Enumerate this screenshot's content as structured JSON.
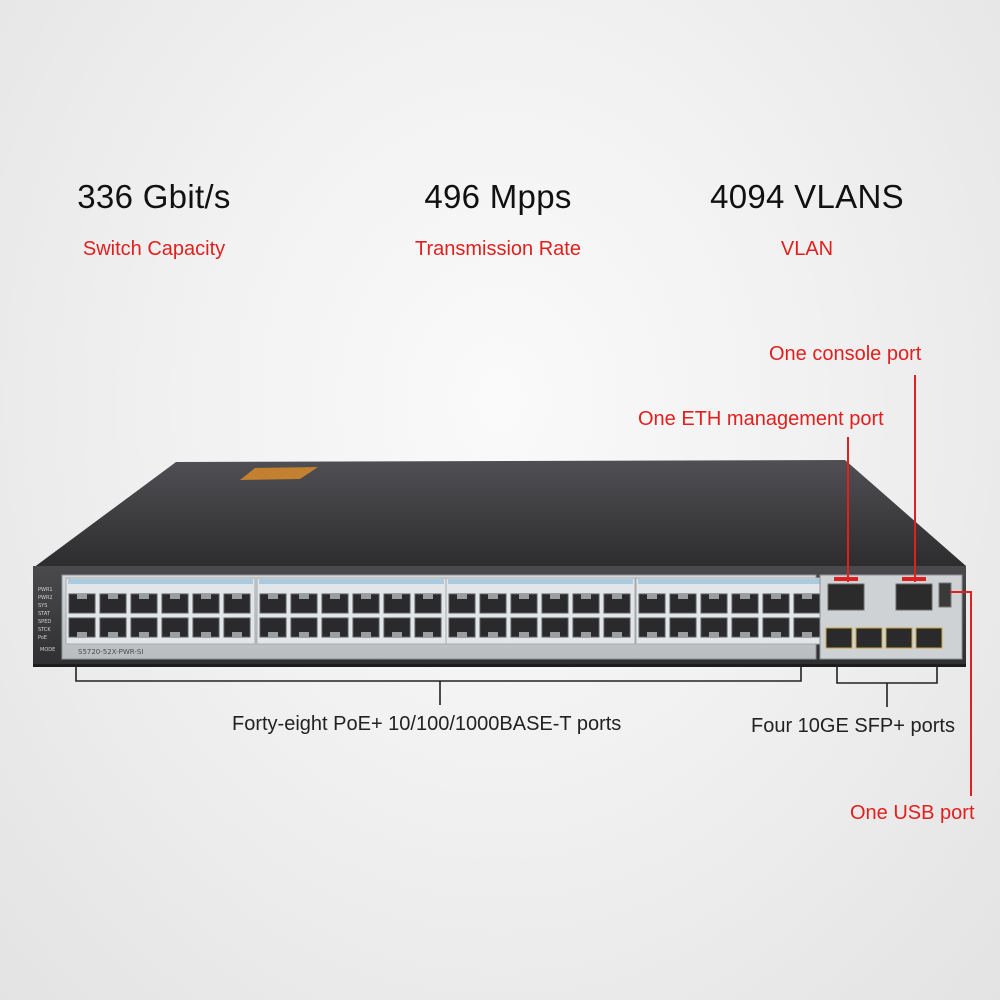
{
  "stats": [
    {
      "value": "336 Gbit/s",
      "label": "Switch Capacity"
    },
    {
      "value": "496 Mpps",
      "label": "Transmission Rate"
    },
    {
      "value": "4094 VLANS",
      "label": "VLAN"
    }
  ],
  "callouts": {
    "console": "One console port",
    "eth_mgmt": "One ETH management port",
    "copper_ports": "Forty-eight PoE+ 10/100/1000BASE-T ports",
    "sfp_ports": "Four 10GE SFP+ ports",
    "usb": "One USB port"
  },
  "device": {
    "model": "S5720-52X-PWR-SI",
    "mode_button": "MODE",
    "indicators": [
      "PWR1",
      "PWR2",
      "SYS",
      "STAT",
      "SPED",
      "STCK",
      "PoE"
    ],
    "port_count": 48,
    "sfp_count": 4
  },
  "colors": {
    "accent_red": "#e0201e",
    "chassis": "#3c3c3e",
    "panel": "#c9ccce"
  }
}
